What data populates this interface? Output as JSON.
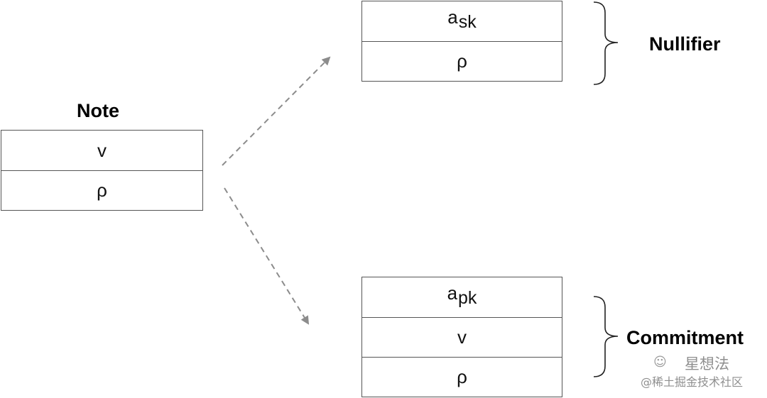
{
  "note": {
    "title": "Note",
    "rows": [
      "v",
      "ρ"
    ]
  },
  "nullifier": {
    "label": "Nullifier",
    "rows": [
      {
        "main": "a",
        "sub": "sk"
      },
      {
        "main": "ρ",
        "sub": ""
      }
    ]
  },
  "commitment": {
    "label": "Commitment",
    "rows": [
      {
        "main": "a",
        "sub": "pk"
      },
      {
        "main": "v",
        "sub": ""
      },
      {
        "main": "ρ",
        "sub": ""
      }
    ]
  },
  "watermark": {
    "line1": "星想法",
    "line2": "@稀土掘金技术社区"
  },
  "colors": {
    "arrow": "#8c8c8c",
    "border": "#555555"
  }
}
